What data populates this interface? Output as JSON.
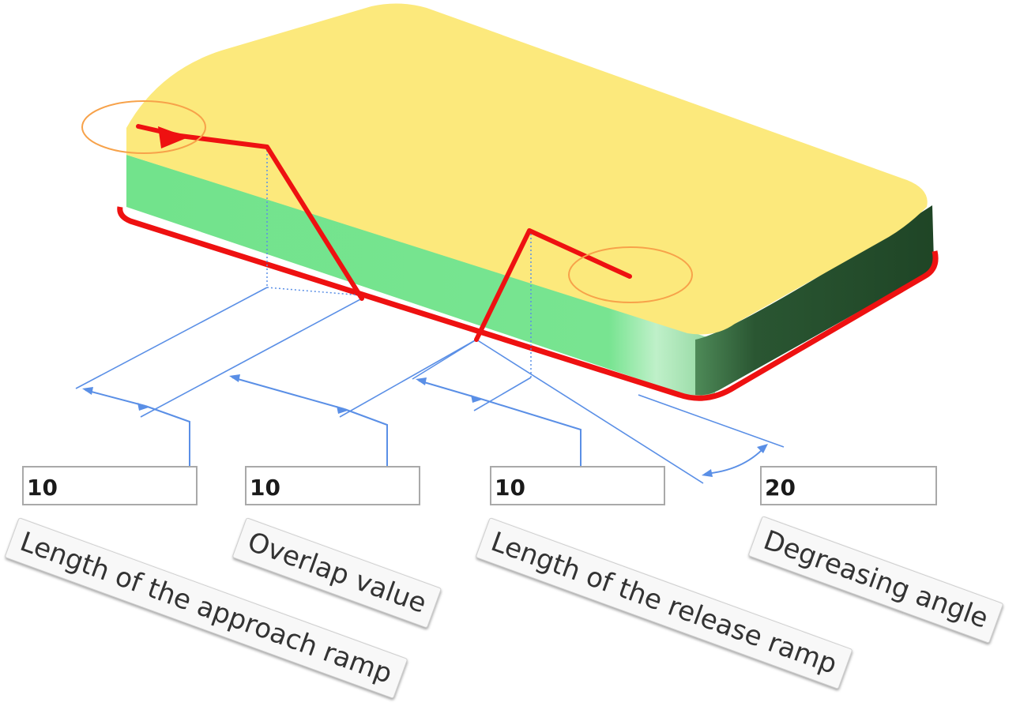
{
  "fields": [
    {
      "value": "10",
      "label": "Length of the approach ramp"
    },
    {
      "value": "10",
      "label": "Overlap value"
    },
    {
      "value": "10",
      "label": "Length of the release ramp"
    },
    {
      "value": "20",
      "label": "Degreasing angle"
    }
  ],
  "colors": {
    "top_face": "#fce97c",
    "front_face": "#72e38c",
    "side_face": "#254e2d",
    "toolpath": "#ee1111",
    "entry_exit_marker": "#f7a24a",
    "dimension_lines": "#5a8fe6",
    "background": "#ffffff"
  }
}
